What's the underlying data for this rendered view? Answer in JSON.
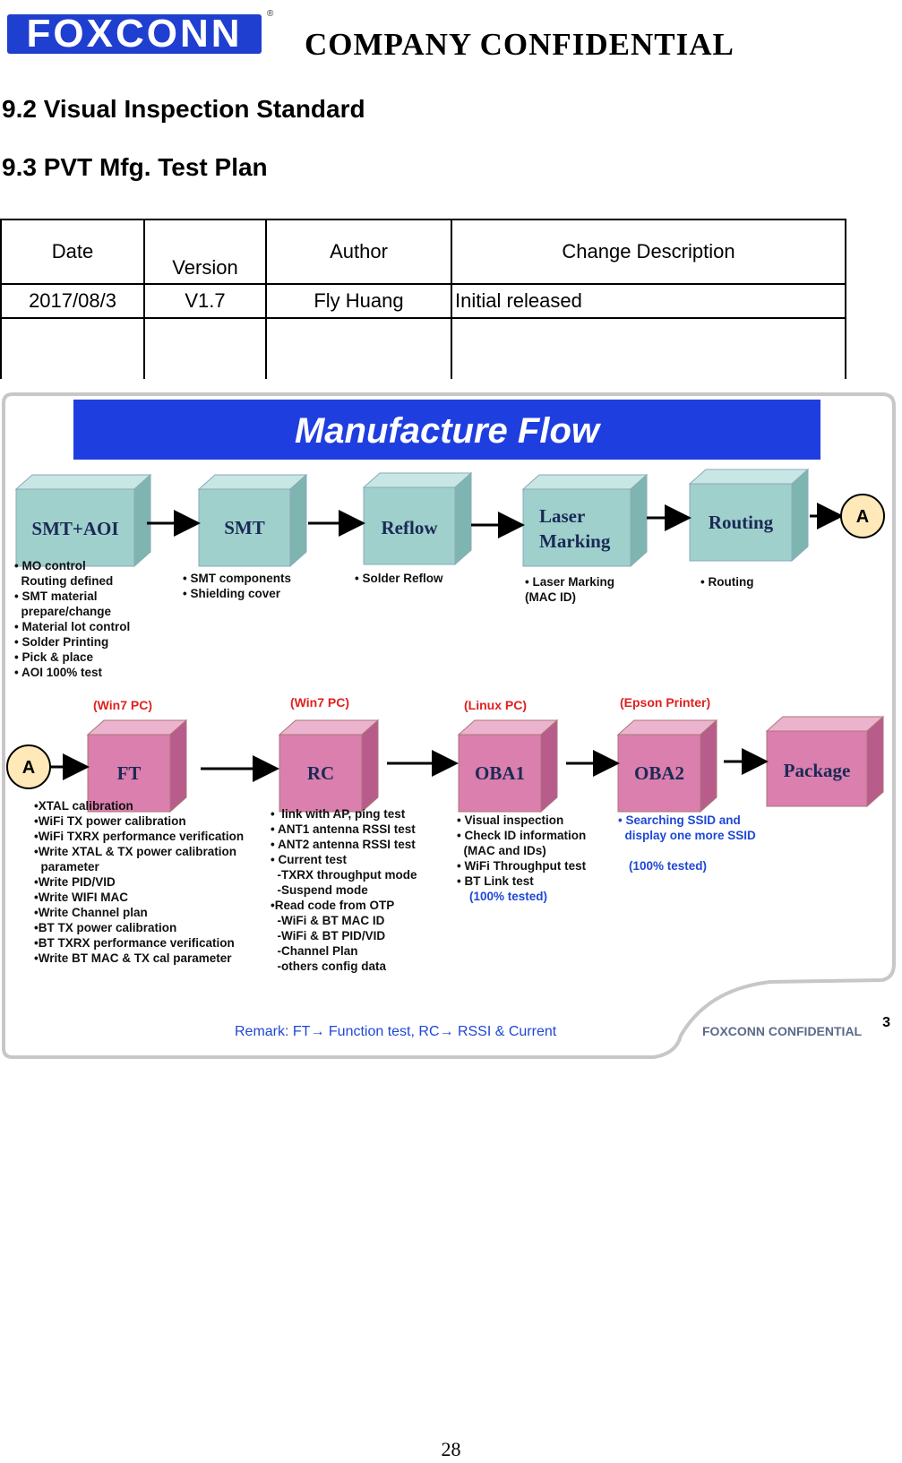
{
  "header": {
    "logo_text": "FOXCONN",
    "confidential": "COMPANY  CONFIDENTIAL"
  },
  "headings": {
    "h1": "9.2 Visual Inspection Standard",
    "h2": "9.3 PVT Mfg. Test Plan"
  },
  "revision_table": {
    "headers": [
      "Date",
      "Version",
      "Author",
      "Change Description"
    ],
    "rows": [
      [
        "2017/08/3",
        "V1.7",
        "Fly Huang",
        "Initial released"
      ],
      [
        "",
        "",
        "",
        ""
      ]
    ]
  },
  "figure": {
    "title": "Manufacture Flow",
    "connector_label": "A",
    "row1": [
      {
        "label": "SMT+AOI",
        "notes": [
          "• MO control",
          "  Routing defined",
          "• SMT material",
          "  prepare/change",
          "• Material lot control",
          "• Solder Printing",
          "• Pick & place",
          "• AOI 100% test"
        ]
      },
      {
        "label": "SMT",
        "notes": [
          "• SMT components",
          "• Shielding cover"
        ]
      },
      {
        "label": "Reflow",
        "notes": [
          "• Solder Reflow"
        ]
      },
      {
        "label_line1": "Laser",
        "label_line2": "Marking",
        "notes": [
          "• Laser Marking",
          "(MAC ID)"
        ]
      },
      {
        "label": "Routing",
        "notes": [
          "• Routing"
        ]
      }
    ],
    "row2": [
      {
        "label": "FT",
        "pc": "(Win7 PC)",
        "notes": [
          "•XTAL calibration",
          "•WiFi TX power calibration",
          "•WiFi TXRX performance verification",
          "•Write XTAL & TX power calibration",
          "  parameter",
          "•Write PID/VID",
          "•Write WIFI  MAC",
          "•Write Channel plan",
          "•BT TX power calibration",
          "•BT TXRX performance verification",
          "•Write BT MAC & TX cal parameter"
        ]
      },
      {
        "label": "RC",
        "pc": "(Win7 PC)",
        "notes": [
          "•  link with AP, ping test",
          "• ANT1 antenna RSSI test",
          "• ANT2 antenna RSSI test",
          "• Current test",
          "  -TXRX throughput mode",
          "  -Suspend mode",
          "•Read code from OTP",
          "  -WiFi & BT MAC ID",
          "  -WiFi & BT PID/VID",
          "  -Channel Plan",
          "  -others config data"
        ]
      },
      {
        "label": "OBA1",
        "pc": "(Linux PC)",
        "notes": [
          "• Visual inspection",
          "• Check ID  information",
          "  (MAC and IDs)",
          "• WiFi Throughput test",
          "• BT Link test"
        ],
        "tested": "(100% tested)"
      },
      {
        "label": "OBA2",
        "pc": "(Epson Printer)",
        "notes": [
          "• Searching SSID  and",
          "  display one more SSID"
        ],
        "tested": "(100% tested)"
      },
      {
        "label": "Package"
      }
    ],
    "remark": "Remark: FT→ Function test, RC→ RSSI & Current",
    "footer_conf": "FOXCONN CONFIDENTIAL",
    "slide_number": "3"
  },
  "page_number": "28",
  "colors": {
    "title_bar": "#1f3ee0",
    "teal_box": "#9fd0cc",
    "pink_box": "#db7fae",
    "note_blue": "#1f47d6",
    "pc_red": "#e02020"
  }
}
